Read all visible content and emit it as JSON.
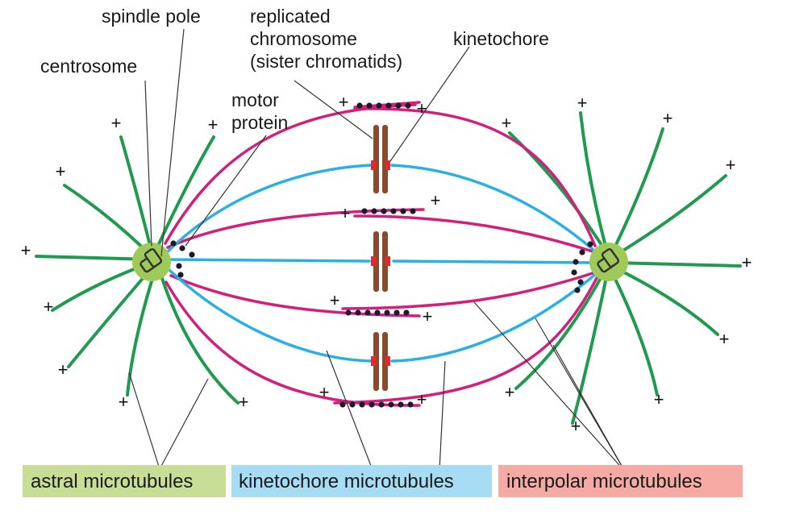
{
  "labels": {
    "spindle_pole": "spindle pole",
    "centrosome": "centrosome",
    "replicated_line1": "replicated",
    "replicated_line2": "chromosome",
    "replicated_line3": "(sister chromatids)",
    "kinetochore": "kinetochore",
    "motor_line1": "motor",
    "motor_line2": "protein"
  },
  "plus_sign": "+",
  "legend": {
    "astral": {
      "label": "astral microtubules",
      "color": "#c8dd96"
    },
    "kinetochore": {
      "label": "kinetochore microtubules",
      "color": "#a6dcf4"
    },
    "interpolar": {
      "label": "interpolar microtubules",
      "color": "#f5aaa3"
    }
  },
  "colors": {
    "astral": "#1f9a4e",
    "kinetochore": "#2bb0e4",
    "interpolar": "#d31f7c",
    "centrosome_fill": "#9fca5a",
    "chromatid": "#8a4a2c",
    "kinetochore_mark": "#e8262e",
    "motor_dot": "#1b1b2a",
    "leader": "#333333"
  }
}
